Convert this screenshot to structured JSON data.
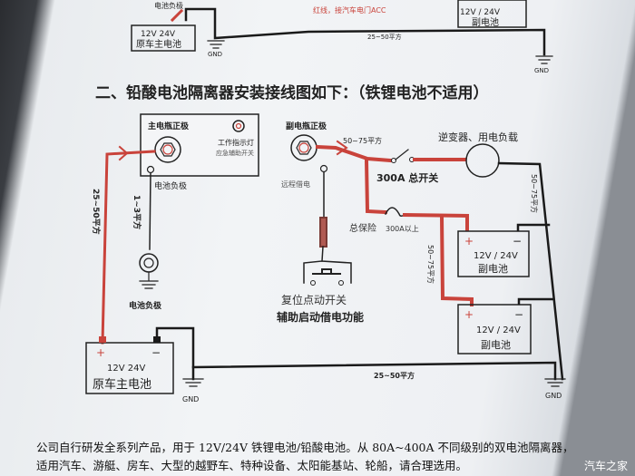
{
  "top_section": {
    "battery_negative": "电池负极",
    "main_battery_voltage": "12V  24V",
    "main_battery_label": "原车主电池",
    "gnd": "GND",
    "acc_note": "红线，接汽车电门ACC",
    "cable_spec": "25~50平方",
    "aux_battery_voltage": "12V / 24V",
    "aux_battery_label": "副电池",
    "gnd_right": "GND"
  },
  "section_title": "二、铅酸电池隔离器安装接线图如下：（铁锂电池不适用）",
  "diagram": {
    "main_positive": "主电瓶正极",
    "indicator_light": "工作指示灯",
    "emergency_switch": "应急辅助开关",
    "aux_positive": "副电瓶正极",
    "battery_negative_terminal": "电池负极",
    "remote_jump": "远程借电",
    "cable_main": "25~50平方",
    "cable_neg": "1~3平方",
    "battery_negative_ground": "电池负极",
    "reset_switch": "复位点动开关",
    "jump_function": "辅助启动借电功能",
    "cable_out": "50~75平方",
    "main_switch": "300A 总开关",
    "load": "逆变器、用电负载",
    "cable_load": "50~75平方",
    "fuse": "总保险",
    "fuse_rating": "300A以上",
    "cable_aux": "50~75平方",
    "aux_battery_1_voltage": "12V / 24V",
    "aux_battery_1_label": "副电池",
    "aux_battery_2_voltage": "12V / 24V",
    "aux_battery_2_label": "副电池",
    "plus": "+",
    "minus": "−",
    "main_battery_voltage": "12V  24V",
    "main_battery_label": "原车主电池",
    "gnd_left": "GND",
    "cable_ground": "25~50平方",
    "gnd_right": "GND"
  },
  "footer": {
    "line1": "公司自行研发全系列产品，用于 12V/24V 铁锂电池/铅酸电池。从 80A~400A 不同级别的双电池隔离器，",
    "line2": "适用汽车、游艇、房车、大型的越野车、特种设备、太阳能基站、轮船，请合理选用。"
  },
  "watermark": "汽车之家",
  "colors": {
    "red_wire": "#c9433b",
    "black_wire": "#1a1a1a",
    "paper": "#eef0f3"
  }
}
